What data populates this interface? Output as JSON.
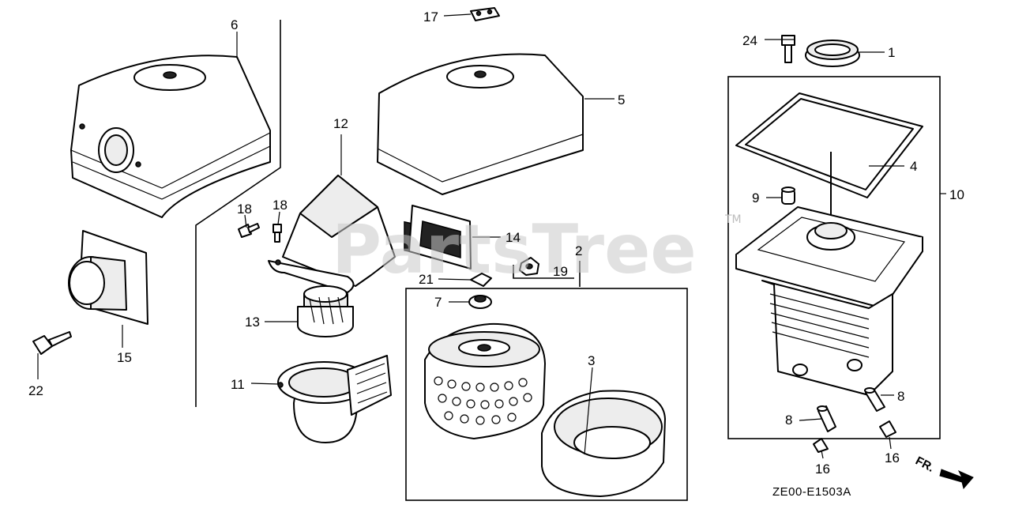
{
  "watermark": {
    "text": "PartsTree",
    "trademark": "TM"
  },
  "diagram_code": "ZE00-E1503A",
  "direction_label": "FR.",
  "callouts": {
    "c1": "1",
    "c2": "2",
    "c3": "3",
    "c4": "4",
    "c5": "5",
    "c6": "6",
    "c7": "7",
    "c8a": "8",
    "c8b": "8",
    "c9": "9",
    "c10": "10",
    "c11": "11",
    "c12": "12",
    "c13": "13",
    "c14": "14",
    "c15": "15",
    "c16a": "16",
    "c16b": "16",
    "c17": "17",
    "c18a": "18",
    "c18b": "18",
    "c19": "19",
    "c21": "21",
    "c22": "22",
    "c24": "24"
  }
}
